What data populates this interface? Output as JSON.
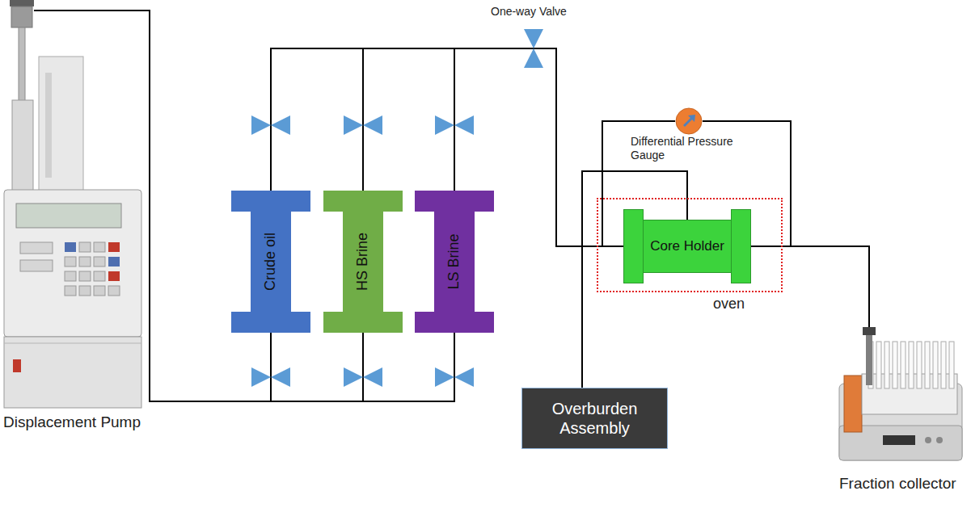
{
  "diagram": {
    "nodes": [
      {
        "text": [
          "Displacement Pump"
        ]
      },
      {
        "text": [
          "Crude oil"
        ]
      },
      {
        "text": [
          "HS Brine"
        ]
      },
      {
        "text": [
          "LS Brine"
        ]
      },
      {
        "text": [
          "Differential Pressure Gauge"
        ]
      },
      {
        "text": [
          "oven"
        ]
      },
      {
        "text": [
          "Core Holder"
        ],
        "in": 5
      },
      {
        "text": [
          "Overburden Assembly"
        ]
      },
      {
        "text": [
          "Fraction collector"
        ]
      }
    ],
    "edges": [
      {
        "from": 0,
        "to": 1,
        "arrow": "none"
      },
      {
        "from": 0,
        "to": 2,
        "arrow": "none"
      },
      {
        "from": 0,
        "to": 3,
        "arrow": "none"
      },
      {
        "from": 1,
        "to": 6,
        "arrow": "none"
      },
      {
        "from": 2,
        "to": 6,
        "arrow": "none"
      },
      {
        "from": 3,
        "to": 6,
        "arrow": "none"
      },
      {
        "from": 4,
        "to": 6,
        "arrow": "none"
      },
      {
        "from": 4,
        "to": 6,
        "arrow": "none"
      },
      {
        "from": 6,
        "to": 8,
        "arrow": "none"
      },
      {
        "from": 7,
        "to": 6,
        "arrow": "none"
      }
    ],
    "labels": [
      "One-way Valve"
    ]
  }
}
